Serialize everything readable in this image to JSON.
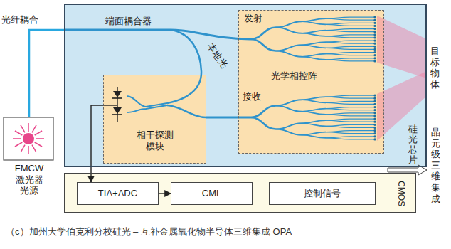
{
  "diagram": {
    "caption": "（c）加州大学伯克利分校硅光 – 互补金属氧化物半导体三维集成 OPA",
    "nodes": [
      {
        "text": [
          "硅光芯片"
        ]
      },
      {
        "text": [
          "相干探测 模块"
        ],
        "in": 0
      },
      {
        "text": [
          "光学相控阵"
        ],
        "in": 0
      },
      {
        "text": [
          "FMCW 激光器 光源"
        ]
      },
      {
        "text": [
          "CMOS"
        ]
      },
      {
        "text": [
          "TIA+ADC"
        ],
        "in": 4
      },
      {
        "text": [
          "CML"
        ],
        "in": 4
      },
      {
        "text": [
          "控制信号"
        ],
        "in": 4
      }
    ],
    "edges": [
      {
        "from": 3,
        "to": 0,
        "arrow": "none"
      },
      {
        "from": 1,
        "to": 5,
        "arrow": "to"
      },
      {
        "from": 5,
        "to": 6,
        "arrow": "to"
      },
      {
        "from": 2,
        "to": 1,
        "arrow": "none"
      }
    ],
    "labels": [
      "光纤耦合",
      "端面耦合器",
      "本地光",
      "发射",
      "接收",
      "目标物体",
      "晶元级三维集成"
    ]
  }
}
